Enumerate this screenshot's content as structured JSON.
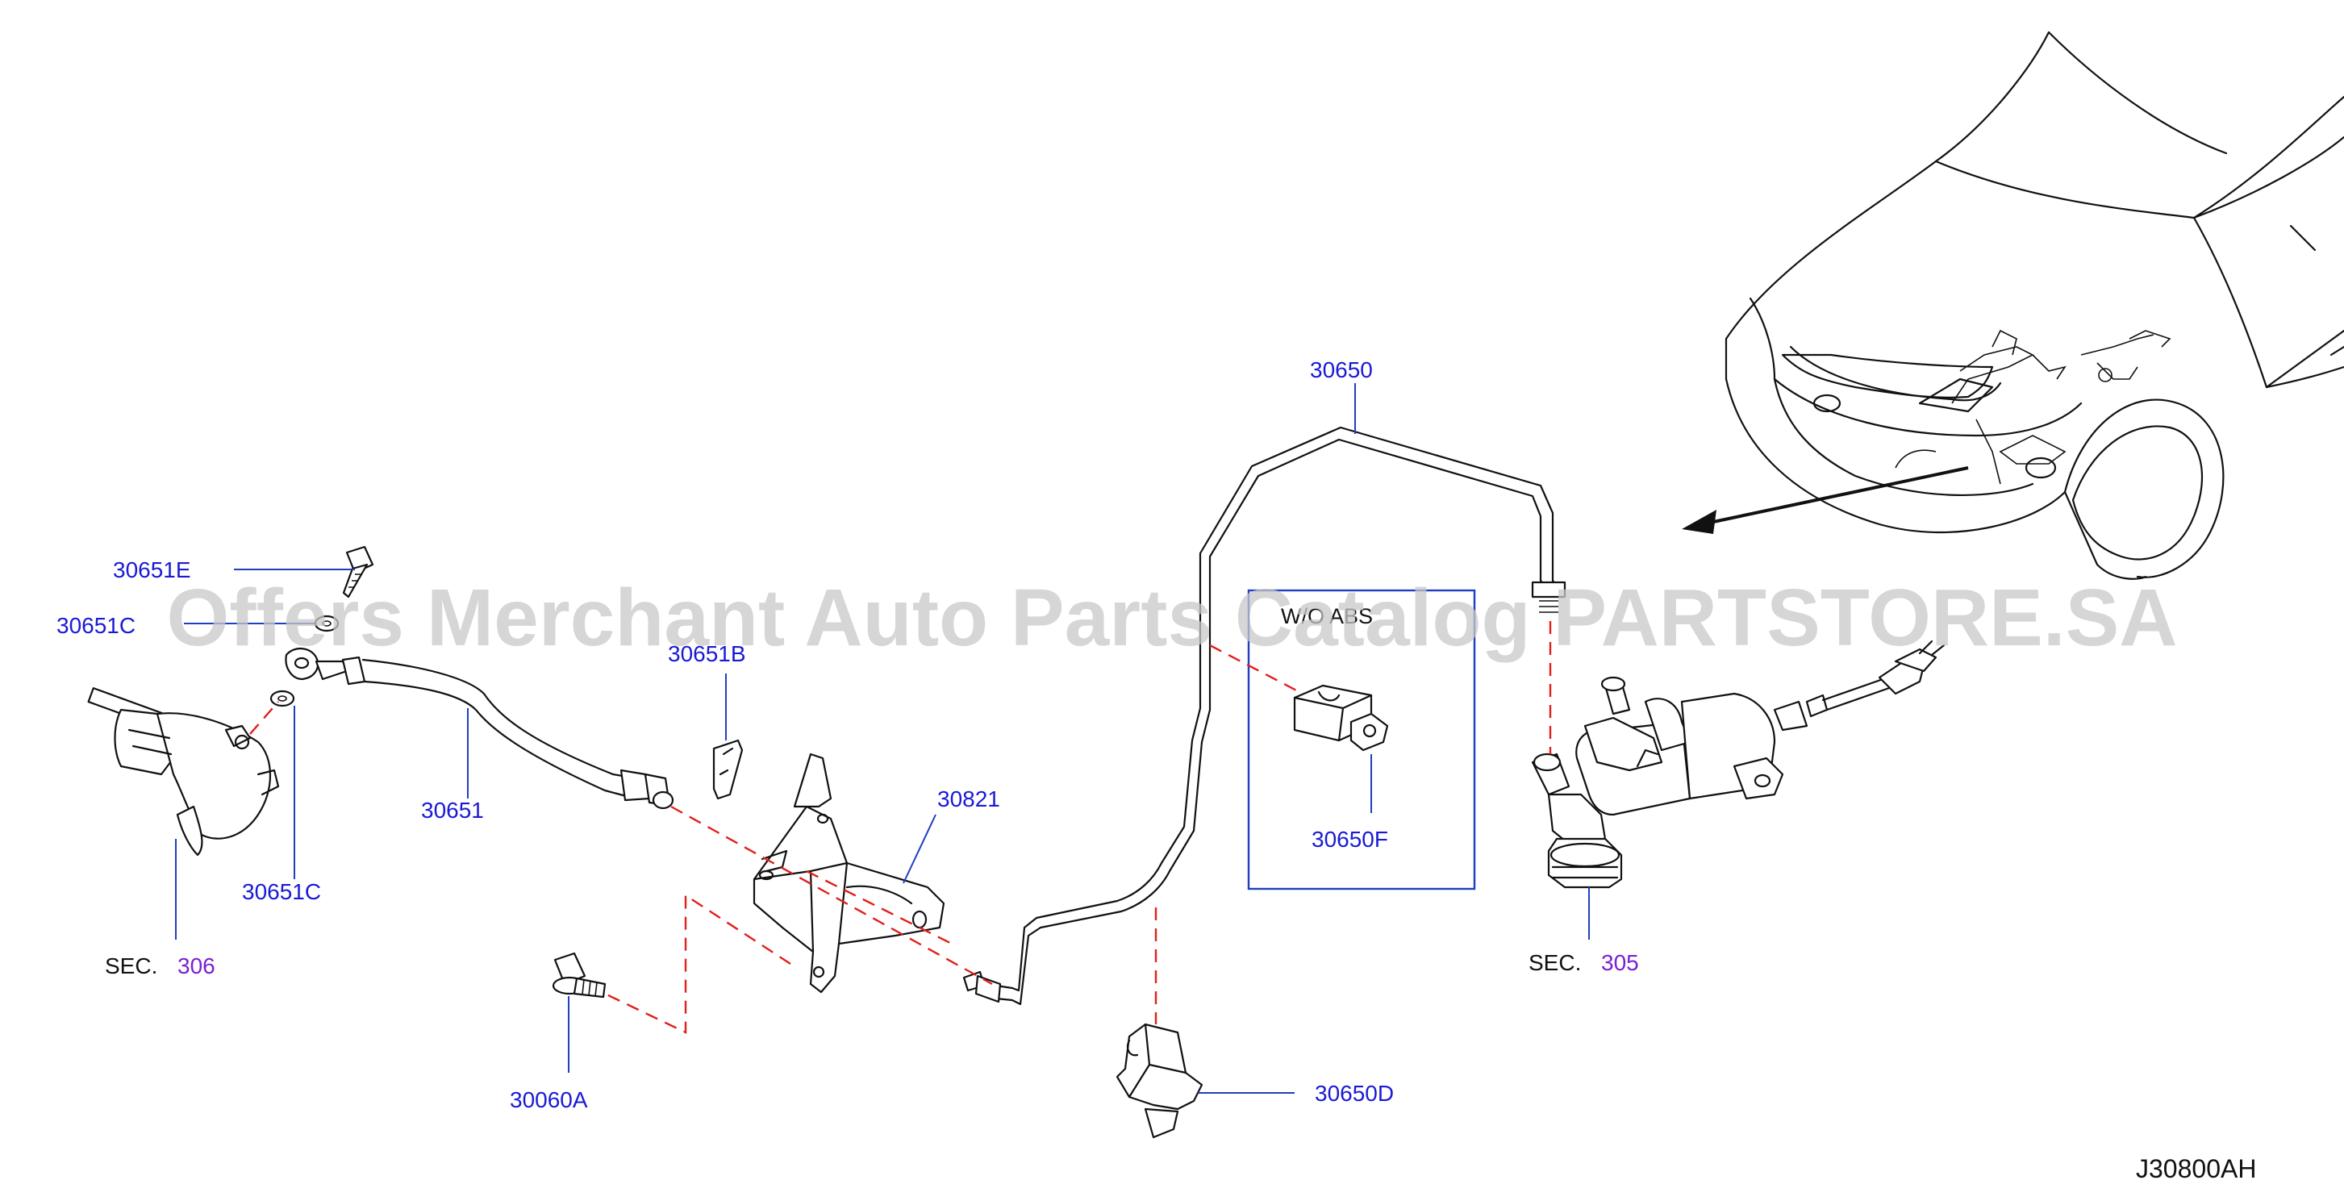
{
  "parts": {
    "p30651E": "30651E",
    "p30651C_top": "30651C",
    "p30651B": "30651B",
    "p30651": "30651",
    "p30651C_bottom": "30651C",
    "p30650": "30650",
    "p30821": "30821",
    "p30650F": "30650F",
    "p30060A": "30060A",
    "p30650D": "30650D"
  },
  "sections": {
    "left_prefix": "SEC.",
    "left_number": "306",
    "right_prefix": "SEC.",
    "right_number": "305"
  },
  "inset_box": {
    "label": "W/O ABS"
  },
  "diagram_code": "J30800AH",
  "watermark": "Offers Merchant Auto Parts Catalog PARTSTORE.SA",
  "colors": {
    "part_label": "#1a1ad6",
    "section_number": "#7a1fd0",
    "dashed_guide": "#e0201c",
    "leader_line": "#1f3fbf"
  }
}
